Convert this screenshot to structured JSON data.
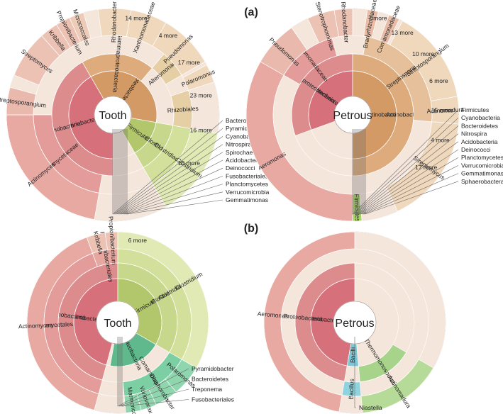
{
  "panels": [
    {
      "letter": "(a)",
      "charts": [
        {
          "id": "a-tooth",
          "center": "Tooth",
          "wedges": [
            {
              "label": "Actinobacteria",
              "ring": 1,
              "start": 180,
              "end": 330,
              "color": "#d6707a"
            },
            {
              "label": "Proteobacteria",
              "ring": 1,
              "start": 330,
              "end": 100,
              "color": "#d39a66"
            },
            {
              "label": "Firmicutes",
              "ring": 1,
              "start": 100,
              "end": 150,
              "color": "#b2c76c"
            },
            {
              "label": "Actinobacteria",
              "ring": 2,
              "start": 180,
              "end": 330,
              "color": "#dd8c8e"
            },
            {
              "label": "Gammaproteobacteria",
              "ring": 2,
              "start": 330,
              "end": 40,
              "color": "#ddab7c"
            },
            {
              "label": "Clostridia",
              "ring": 2,
              "start": 100,
              "end": 150,
              "color": "#c7d88c"
            },
            {
              "label": "Actinomycetaceae",
              "ring": 3,
              "start": 190,
              "end": 270,
              "color": "#e39c9a"
            },
            {
              "label": "Clostridiaceae",
              "ring": 3,
              "start": 100,
              "end": 150,
              "color": "#d2e09c"
            },
            {
              "label": "Rhizobiales",
              "ring": 3,
              "start": 72,
              "end": 100,
              "color": "#e6cfa4"
            },
            {
              "label": "Alteromonadales",
              "ring": 3,
              "start": 40,
              "end": 60,
              "color": "#e6cfa4"
            },
            {
              "label": "Actinomyces",
              "ring": 4,
              "start": 190,
              "end": 270,
              "color": "#e8a9a3"
            },
            {
              "label": "Streptosporangium",
              "ring": 4,
              "start": 270,
              "end": 285,
              "color": "#eab9ae"
            },
            {
              "label": "Streptomyces",
              "ring": 4,
              "start": 292,
              "end": 318,
              "color": "#ecc2b4"
            },
            {
              "label": "Kribbella",
              "ring": 4,
              "start": 318,
              "end": 328,
              "color": "#ecc2b4"
            },
            {
              "label": "Propionibacterium",
              "ring": 4,
              "start": 328,
              "end": 336,
              "color": "#ecc2b4"
            },
            {
              "label": "Micrococcales",
              "ring": 4,
              "start": 336,
              "end": 344,
              "color": "#eccbb8"
            },
            {
              "label": "Rhodanobacter",
              "ring": 4,
              "start": 352,
              "end": 10,
              "color": "#efd8bc"
            },
            {
              "label": "Xanthomonadaceae",
              "ring": 4,
              "start": 10,
              "end": 30,
              "color": "#efd8bc"
            },
            {
              "label": "Pseudomonas",
              "ring": 4,
              "start": 30,
              "end": 60,
              "color": "#efd8bc"
            },
            {
              "label": "Polaromonas",
              "ring": 4,
              "start": 62,
              "end": 72,
              "color": "#efd8bc"
            },
            {
              "label": "Clostridium",
              "ring": 4,
              "start": 100,
              "end": 150,
              "color": "#e1eab4"
            }
          ],
          "outside": [
            "14 more",
            "4 more",
            "17 more",
            "23 more",
            "16 more",
            "10 more"
          ],
          "side": [
            "Bacteroidetes",
            "Pyramidobacter",
            "Cyanobacteria",
            "Nitrospira",
            "Spirochaetia",
            "Acidobacteria",
            "Deinococci",
            "Fusobacteriales",
            "Planctomycetes",
            "Verrucomicrobia",
            "Gemmatimonas"
          ]
        },
        {
          "id": "a-petrous",
          "center": "Petrous",
          "wedges": [
            {
              "label": "Proteobacteria",
              "ring": 1,
              "start": 250,
              "end": 360,
              "color": "#d6707a"
            },
            {
              "label": "Actinobacteria",
              "ring": 1,
              "start": 0,
              "end": 180,
              "color": "#d39a66"
            },
            {
              "label": "Gammaproteobacteria",
              "ring": 2,
              "start": 250,
              "end": 360,
              "color": "#dd8c8e"
            },
            {
              "label": "Actinobacteria",
              "ring": 2,
              "start": 0,
              "end": 180,
              "color": "#ddab7c"
            },
            {
              "label": "Pseudomonadaceae",
              "ring": 3,
              "start": 300,
              "end": 345,
              "color": "#e39c9a"
            },
            {
              "label": "Streptosporangiales",
              "ring": 3,
              "start": 10,
              "end": 95,
              "color": "#e6c09a"
            },
            {
              "label": "Aeromonas",
              "ring": 4,
              "start": 180,
              "end": 300,
              "color": "#e8a9a3"
            },
            {
              "label": "Pseudomonas",
              "ring": 4,
              "start": 300,
              "end": 325,
              "color": "#eab9ae"
            },
            {
              "label": "Stenotrophomonas",
              "ring": 4,
              "start": 335,
              "end": 350,
              "color": "#ecc2b4"
            },
            {
              "label": "Rhodanobacter",
              "ring": 4,
              "start": 350,
              "end": 0,
              "color": "#ecc2b4"
            },
            {
              "label": "Bradyrhizobiaceae",
              "ring": 4,
              "start": 8,
              "end": 14,
              "color": "#e8bca6"
            },
            {
              "label": "Comamonadaceae",
              "ring": 4,
              "start": 20,
              "end": 26,
              "color": "#e8bca6"
            },
            {
              "label": "Streptosporangium",
              "ring": 4,
              "start": 28,
              "end": 80,
              "color": "#efd8bc"
            },
            {
              "label": "Actinomadura",
              "ring": 4,
              "start": 80,
              "end": 95,
              "color": "#efd8bc"
            },
            {
              "label": "Streptomyces",
              "ring": 4,
              "start": 95,
              "end": 155,
              "color": "#efd8bc"
            },
            {
              "label": "Firmicutes",
              "ring": 4,
              "start": 175,
              "end": 180,
              "color": "#a8cf6a"
            }
          ],
          "outside": [
            "7 more",
            "13 more",
            "10 more",
            "6 more",
            "15 more",
            "4 more",
            "17 more"
          ],
          "side": [
            "Firmicutes",
            "Cyanobacteria",
            "Bacteroidetes",
            "Nitrospira",
            "Acidobacteria",
            "Deinococci",
            "Planctomycetes",
            "Verrucomicrobia",
            "Gemmatimonas",
            "Sphaerobacteraceae"
          ]
        }
      ]
    },
    {
      "letter": "(b)",
      "charts": [
        {
          "id": "b-tooth",
          "center": "Tooth",
          "wedges": [
            {
              "label": "Actinobacteria",
              "ring": 1,
              "start": 195,
              "end": 360,
              "color": "#d6707a"
            },
            {
              "label": "Firmicutes",
              "ring": 1,
              "start": 0,
              "end": 120,
              "color": "#b2c76c"
            },
            {
              "label": "Proteobacteria",
              "ring": 1,
              "start": 120,
              "end": 190,
              "color": "#5fb98c"
            },
            {
              "label": "Actinobacteria",
              "ring": 2,
              "start": 195,
              "end": 360,
              "color": "#dd8c8e"
            },
            {
              "label": "Clostridia",
              "ring": 2,
              "start": 0,
              "end": 120,
              "color": "#c7d88c"
            },
            {
              "label": "Actinomycetales",
              "ring": 3,
              "start": 195,
              "end": 340,
              "color": "#e39c9a"
            },
            {
              "label": "Propionibacteriales",
              "ring": 3,
              "start": 340,
              "end": 360,
              "color": "#e6a7a0"
            },
            {
              "label": "Clostridiaceae",
              "ring": 3,
              "start": 0,
              "end": 120,
              "color": "#d2e09c"
            },
            {
              "label": "Comamonadaceae",
              "ring": 3,
              "start": 120,
              "end": 175,
              "color": "#7ccfa2"
            },
            {
              "label": "Actinomyces",
              "ring": 4,
              "start": 195,
              "end": 340,
              "color": "#e8a9a3"
            },
            {
              "label": "Kribbella",
              "ring": 4,
              "start": 340,
              "end": 352,
              "color": "#ecc2b4"
            },
            {
              "label": "Propionibacterium",
              "ring": 4,
              "start": 352,
              "end": 360,
              "color": "#ecc2b4"
            },
            {
              "label": "Clostridium",
              "ring": 4,
              "start": 0,
              "end": 120,
              "color": "#e1eab4"
            },
            {
              "label": "Polaromonas",
              "ring": 4,
              "start": 120,
              "end": 140,
              "color": "#8fd6ae"
            },
            {
              "label": "Diaphorobacter",
              "ring": 4,
              "start": 140,
              "end": 155,
              "color": "#8fd6ae"
            },
            {
              "label": "Variovorax",
              "ring": 4,
              "start": 155,
              "end": 165,
              "color": "#8fd6ae"
            },
            {
              "label": "Marmoricola",
              "ring": 4,
              "start": 165,
              "end": 175,
              "color": "#8fd6ae"
            }
          ],
          "outside": [
            "6 more"
          ],
          "side": [
            "Pyramidobacter",
            "Bacteroidetes",
            "Treponema",
            "Fusobacteriales"
          ]
        },
        {
          "id": "b-petrous",
          "center": "Petrous",
          "wedges": [
            {
              "label": "Proteobacteria",
              "ring": 1,
              "start": 190,
              "end": 360,
              "color": "#d6707a"
            },
            {
              "label": "Bacilli",
              "ring": 1,
              "start": 175,
              "end": 190,
              "color": "#7cc8d6"
            },
            {
              "label": "Proteobacteria",
              "ring": 2,
              "start": 190,
              "end": 360,
              "color": "#dd8c8e"
            },
            {
              "label": "Thermomonosporaceae",
              "ring": 2,
              "start": 120,
              "end": 175,
              "color": "#a8d38a"
            },
            {
              "label": "Bacillus",
              "ring": 3,
              "start": 175,
              "end": 190,
              "color": "#8fd3df"
            },
            {
              "label": "Aeromonas",
              "ring": 4,
              "start": 190,
              "end": 360,
              "color": "#e8a9a3"
            },
            {
              "label": "Actinomadura",
              "ring": 4,
              "start": 120,
              "end": 175,
              "color": "#b6db98"
            }
          ],
          "outside": [],
          "side": [
            "Niastella"
          ]
        }
      ]
    }
  ]
}
